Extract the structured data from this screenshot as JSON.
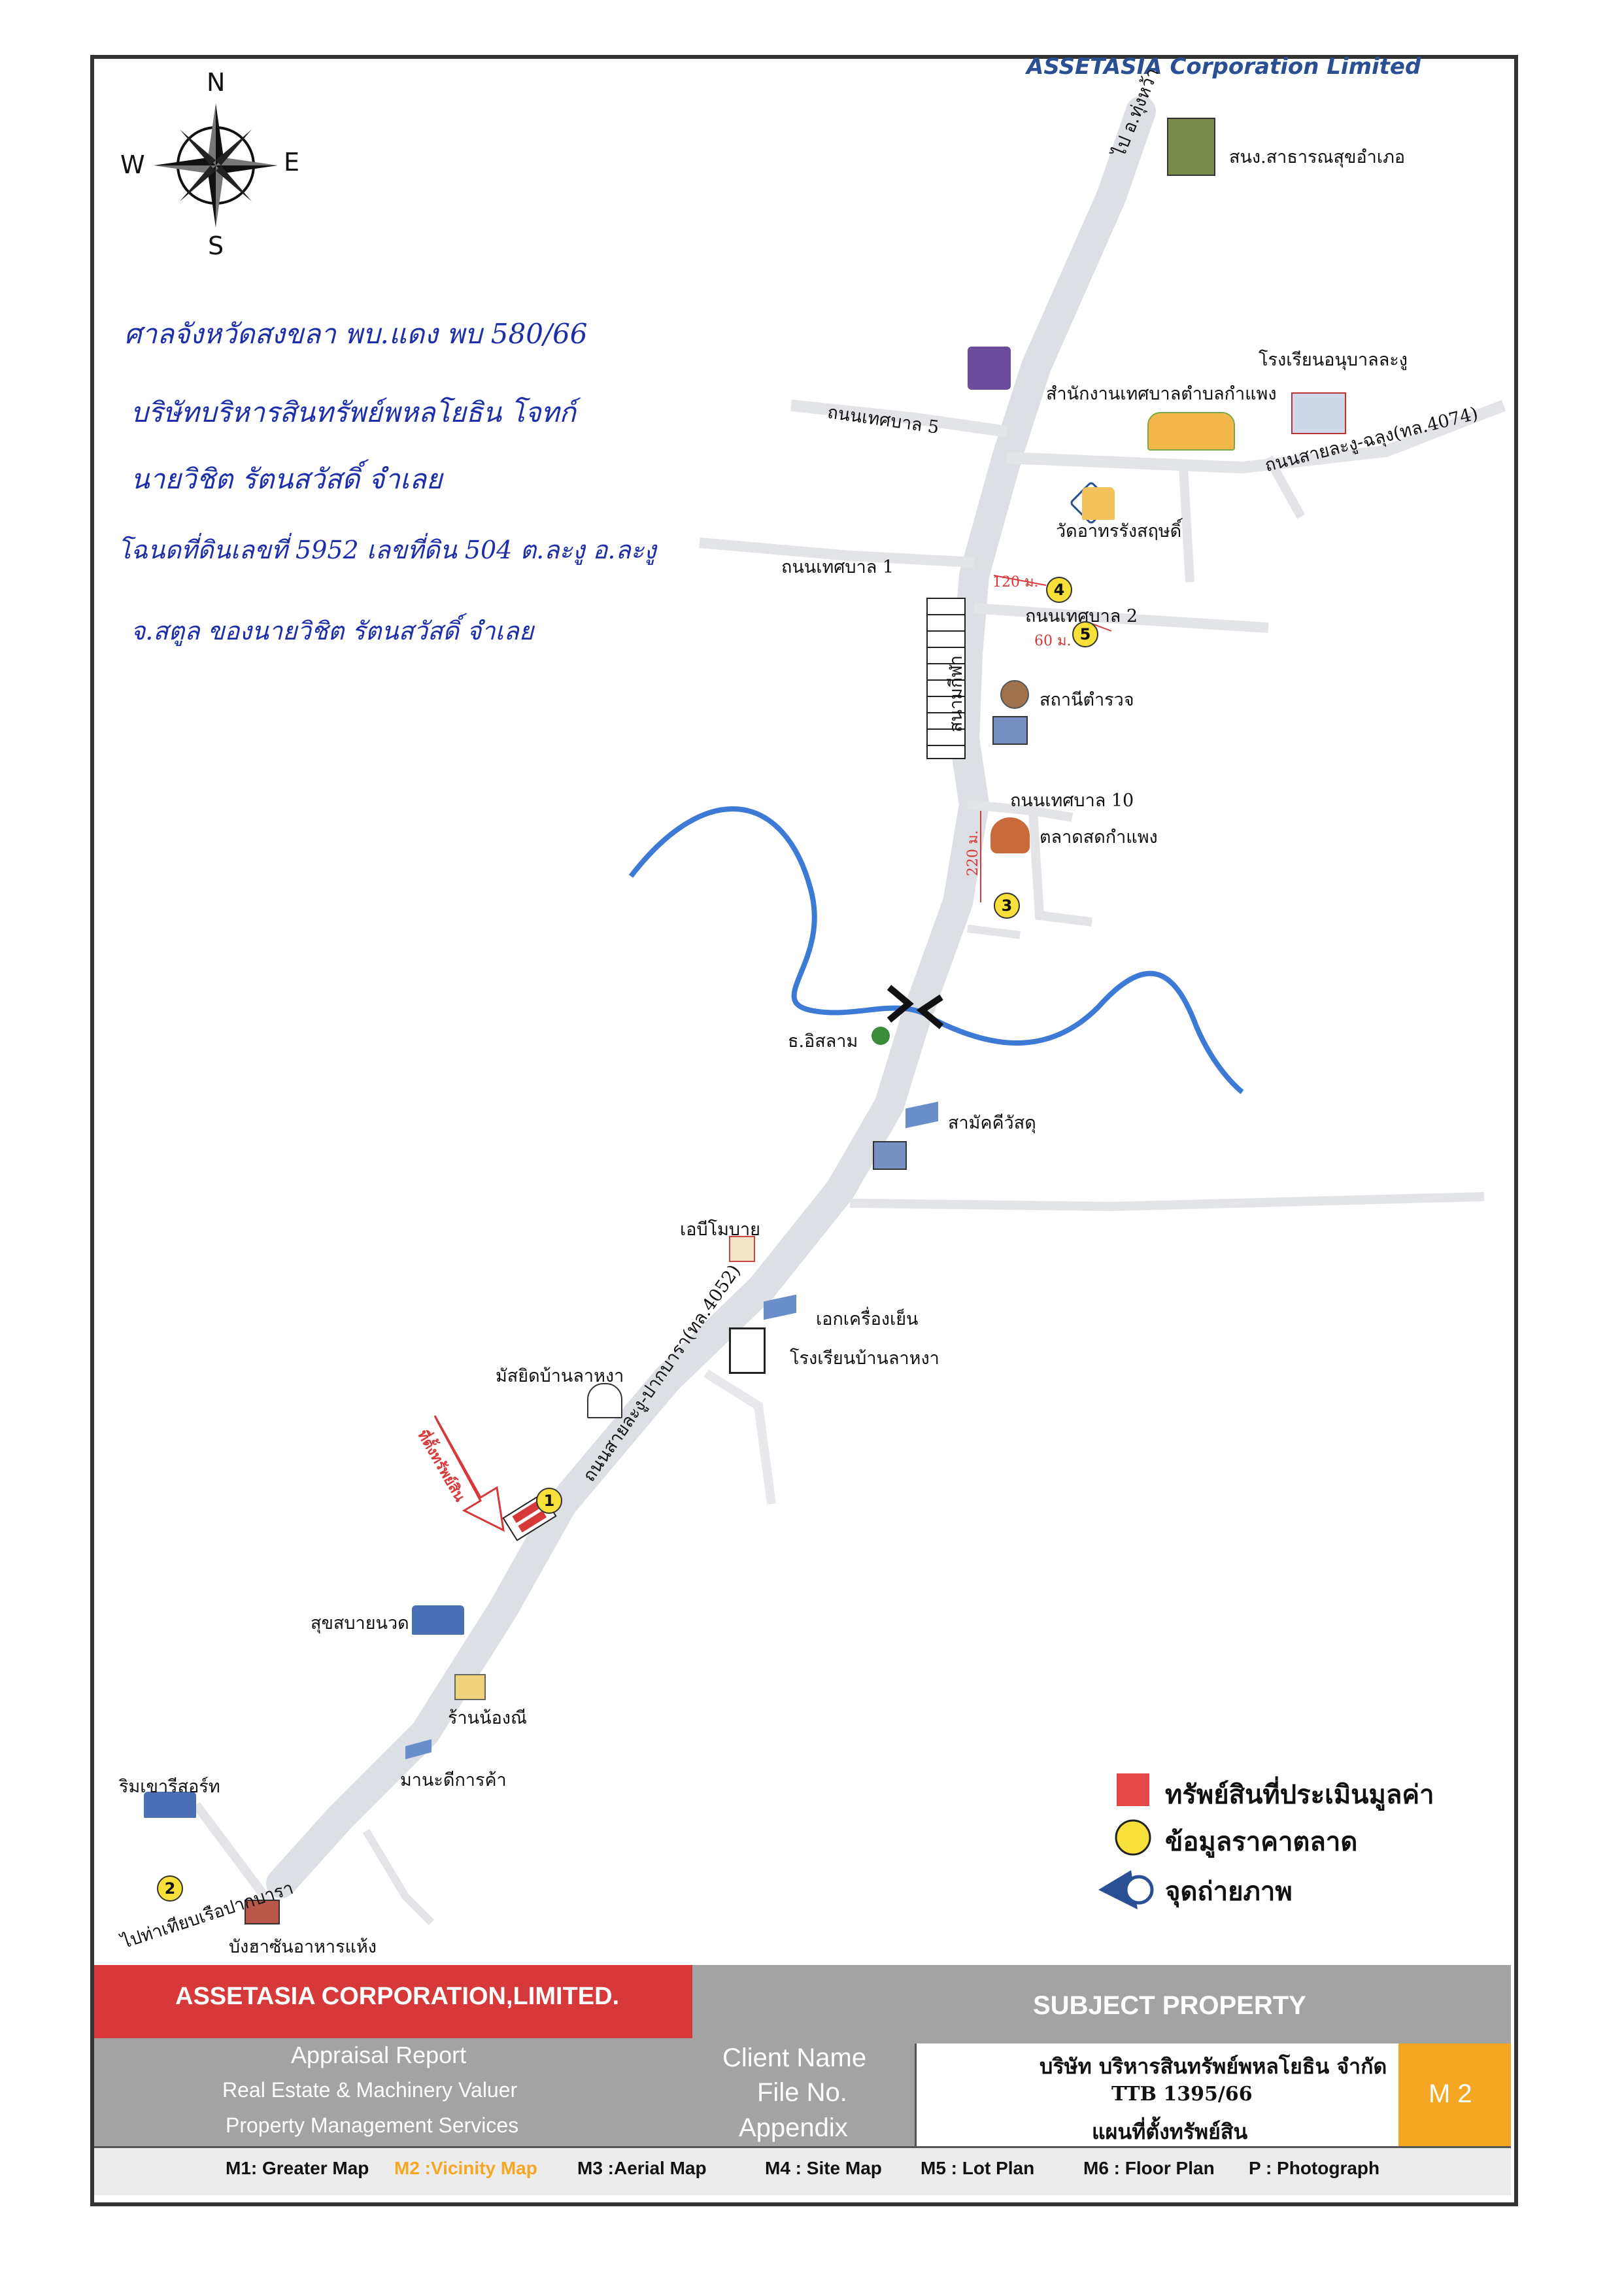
{
  "header": {
    "company": "ASSETASIA Corporation Limited"
  },
  "compass": {
    "n": "N",
    "s": "S",
    "e": "E",
    "w": "W"
  },
  "handwritten_notes": [
    "ศาลจังหวัดสงขลา พบ.แดง พบ 580/66",
    "บริษัทบริหารสินทรัพย์พหลโยธิน โจทก์",
    "นายวิชิต รัตนสวัสดิ์ จำเลย",
    "โฉนดที่ดินเลขที่ 5952 เลขที่ดิน 504 ต.ละงู อ.ละงู",
    "จ.สตูล ของนายวิชิต รัตนสวัสดิ์ จำเลย"
  ],
  "map_labels": {
    "hospital": "สนง.สาธารณสุขอำเภอ",
    "to_thungwa": "ไป อ.ทุ่งหว้า",
    "kindergarten": "โรงเรียนอนุบาลละงู",
    "municipal_office": "สำนักงานเทศบาลตำบลกำแพง",
    "road_thesaban5": "ถนนเทศบาล 5",
    "road_langu_chalung": "ถนนสายละงู-ฉลุง(ทล.4074)",
    "temple": "วัดอาทรรังสฤษดิ์",
    "road_thesaban1": "ถนนเทศบาล 1",
    "road_thesaban2": "ถนนเทศบาล 2",
    "dist_120": "120 ม.",
    "dist_60": "60 ม.",
    "stadium": "สนามกีฬา",
    "police": "สถานีตำรวจ",
    "road_thesaban10": "ถนนเทศบาล 10",
    "market": "ตลาดสดกำแพง",
    "dist_220": "220 ม.",
    "islam_bank": "ธ.อิสลาม",
    "samakkhi": "สามัคคีวัสดุ",
    "ebimobai": "เอบีโมบาย",
    "ek_cooling": "เอกเครื่องเย็น",
    "school_lahnga": "โรงเรียนบ้านลาหงา",
    "mosque": "มัสยิดบ้านลาหงา",
    "main_road": "ถนนสายละงู-ปากบารา(ทล.4052)",
    "property_location": "ที่ตั้งทรัพย์สิน",
    "massage": "สุขสบายนวด",
    "ran_nongnee": "ร้านน้องณี",
    "mana_trading": "มานะดีการค้า",
    "rimbay_resort": "ริมเขารีสอร์ท",
    "to_pakbara": "ไปท่าเทียบเรือปากบารา",
    "bangsaan_food": "บังฮาซันอาหารแห้ง"
  },
  "markers": [
    "1",
    "2",
    "3",
    "4",
    "5"
  ],
  "legend": {
    "property": "ทรัพย์สินที่ประเมินมูลค่า",
    "market_data": "ข้อมูลราคาตลาด",
    "photo_point": "จุดถ่ายภาพ"
  },
  "footer": {
    "company_banner": "ASSETASIA CORPORATION,LIMITED.",
    "subject_property": "SUBJECT PROPERTY",
    "services": [
      "Appraisal Report",
      "Real Estate & Machinery Valuer",
      "Property Management Services"
    ],
    "field_labels": [
      "Client Name",
      "File No.",
      "Appendix"
    ],
    "client_name": "บริษัท บริหารสินทรัพย์พหลโยธิน จำกัด",
    "file_no": "TTB 1395/66",
    "appendix": "แผนที่ตั้งทรัพย์สิน",
    "page_code": "M 2"
  },
  "map_nav": [
    {
      "label": "M1: Greater Map",
      "active": false
    },
    {
      "label": "M2 :Vicinity Map",
      "active": true
    },
    {
      "label": "M3 :Aerial Map",
      "active": false
    },
    {
      "label": "M4 : Site Map",
      "active": false
    },
    {
      "label": "M5 :  Lot Plan",
      "active": false
    },
    {
      "label": "M6 : Floor Plan",
      "active": false
    },
    {
      "label": "P : Photograph",
      "active": false
    }
  ],
  "colors": {
    "brand_red": "#d7383a",
    "brand_blue": "#2a4f93",
    "footer_gray": "#a3a3a3",
    "accent_orange": "#f5a623",
    "river": "#3d7ad6",
    "road": "#e2e4e7",
    "marker_yellow": "#f6e039"
  }
}
